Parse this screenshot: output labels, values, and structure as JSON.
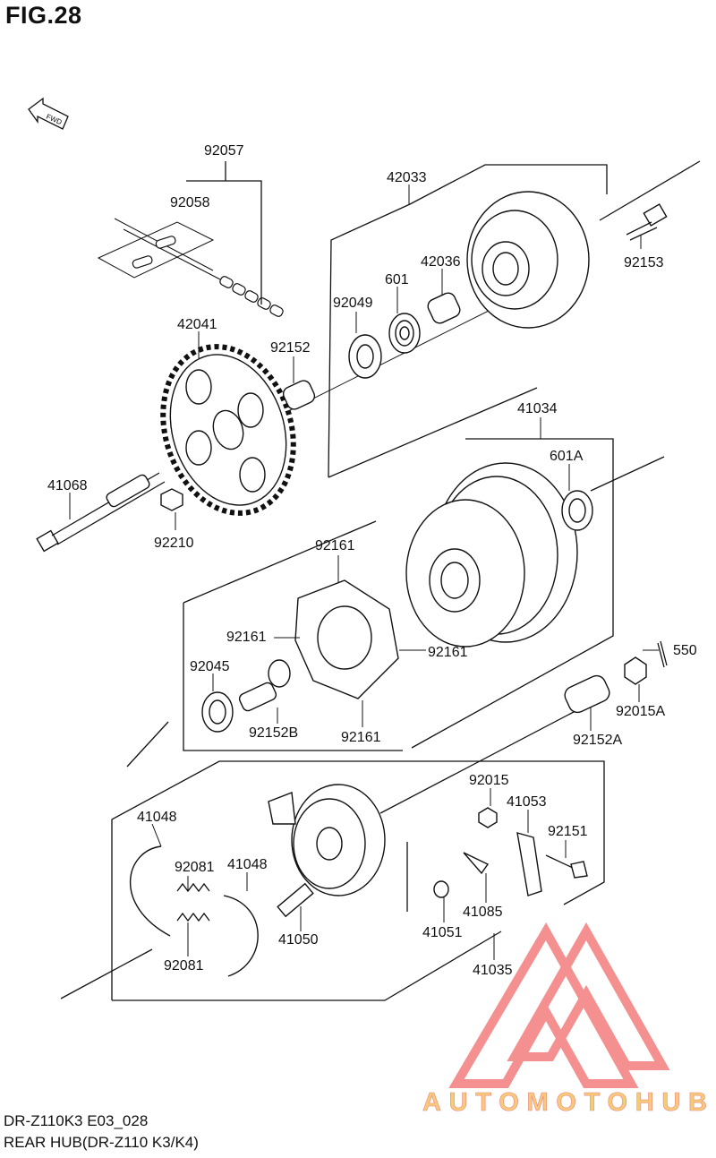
{
  "figure_title": "FIG.28",
  "fwd_label": "FWD",
  "parts": {
    "p92057": "92057",
    "p92058": "92058",
    "p42033": "42033",
    "p92153": "92153",
    "p601": "601",
    "p42036": "42036",
    "p92049": "92049",
    "p42041": "42041",
    "p92152": "92152",
    "p41068": "41068",
    "p92210": "92210",
    "p41034": "41034",
    "p601A": "601A",
    "p92161_top": "92161",
    "p92161_left": "92161",
    "p92161_right": "92161",
    "p92161_bottom": "92161",
    "p550": "550",
    "p92045": "92045",
    "p92152B": "92152B",
    "p92015A": "92015A",
    "p92152A": "92152A",
    "p92015": "92015",
    "p41053": "41053",
    "p41048_left": "41048",
    "p92081_top": "92081",
    "p41048_right": "41048",
    "p92151": "92151",
    "p41085": "41085",
    "p41050": "41050",
    "p41051": "41051",
    "p92081_bottom": "92081",
    "p41035": "41035"
  },
  "watermark": "AUTOMOTOHUB",
  "footer": {
    "model": "DR-Z110K3 E03_028",
    "description": "REAR HUB(DR-Z110 K3/K4)"
  }
}
